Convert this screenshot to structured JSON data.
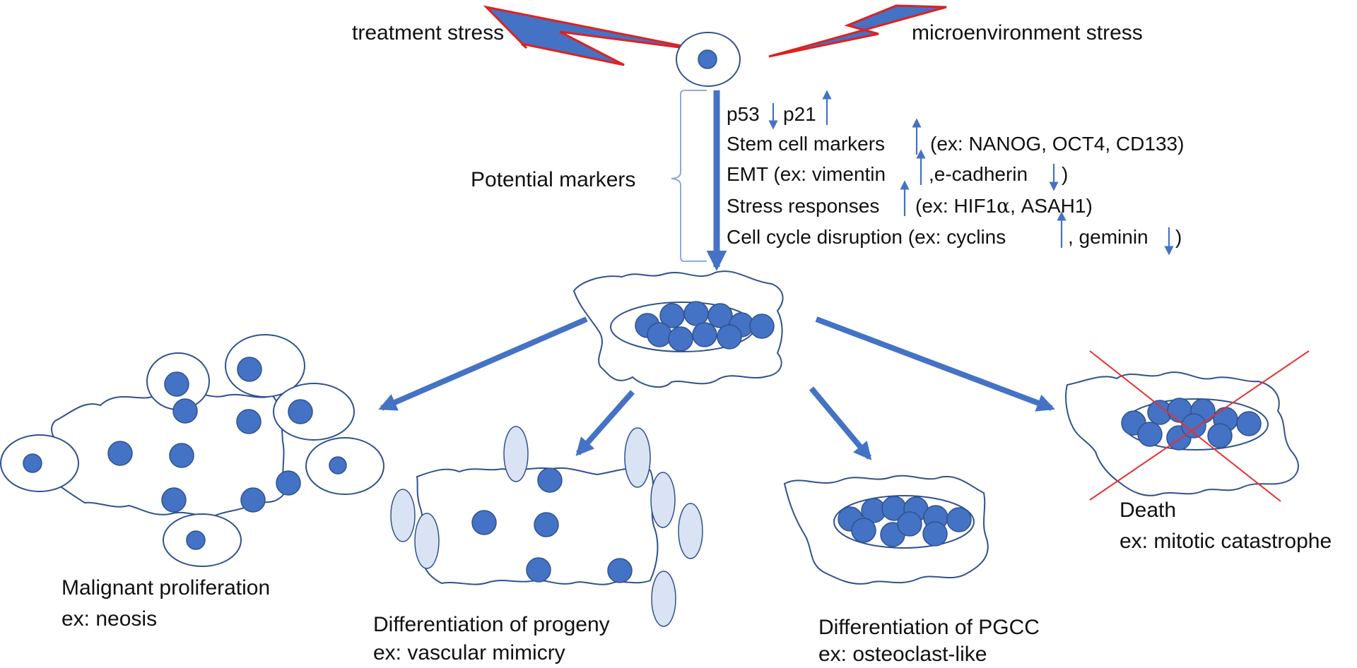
{
  "stress": {
    "treatment": "treatment stress",
    "microenvironment": "microenvironment stress"
  },
  "markers": {
    "title": "Potential markers",
    "p53": "p53",
    "p21": "p21",
    "stem_a": "Stem cell markers",
    "stem_b": "(ex: NANOG, OCT4, CD133)",
    "emt_a": "EMT (ex: vimentin",
    "emt_b": ",e-cadherin",
    "emt_c": ")",
    "stress_a": "Stress responses",
    "stress_b": "(ex: HIF1",
    "stress_alpha": "α",
    "stress_c": ", ASAH1)",
    "cycle_a": "Cell cycle disruption (ex: cyclins",
    "cycle_b": ", geminin",
    "cycle_c": ")"
  },
  "outcomes": {
    "malignant": {
      "title": "Malignant proliferation",
      "example": "ex: neosis"
    },
    "progeny": {
      "title": "Differentiation of progeny",
      "example": "ex: vascular mimicry"
    },
    "pgcc": {
      "title": "Differentiation of PGCC",
      "example": "ex: osteoclast-like"
    },
    "death": {
      "title": "Death",
      "example": "ex: mitotic catastrophe"
    }
  },
  "colors": {
    "accent": "#4472C4",
    "outline": "#2F528F",
    "lightning_border": "#E02020",
    "light_cell": "#DAE3F3",
    "cross": "#E83030"
  }
}
